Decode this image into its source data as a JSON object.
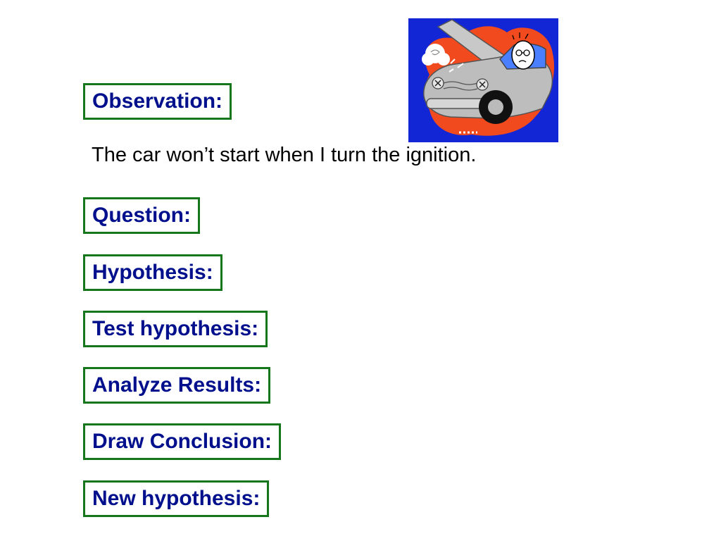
{
  "slide": {
    "steps": {
      "observation": "Observation:",
      "question": "Question:",
      "hypothesis": "Hypothesis:",
      "test_hypothesis": "Test hypothesis:",
      "analyze_results": "Analyze Results:",
      "draw_conclusion": "Draw Conclusion:",
      "new_hypothesis": "New hypothesis:"
    },
    "observation_text": "The car won’t start when I turn the ignition.",
    "clipart": {
      "subject": "broken-down-car-icon",
      "background_color": "#1226d6",
      "splash_color": "#f04a1e",
      "car_color": "#bdbdbd"
    },
    "colors": {
      "label_text": "#000f8c",
      "box_border": "#16761b",
      "body_text": "#000000"
    }
  }
}
